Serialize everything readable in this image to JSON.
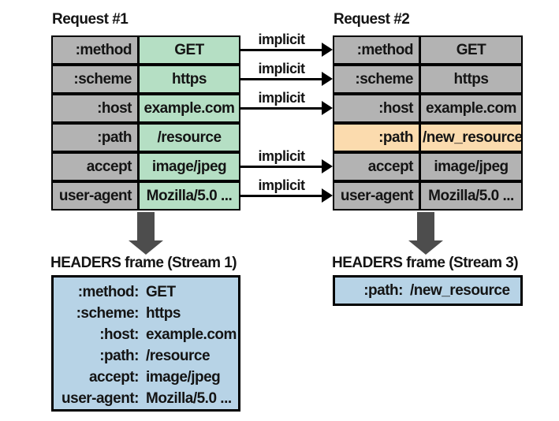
{
  "labels": {
    "implicit": "implicit"
  },
  "request1": {
    "title": "Request #1",
    "rows": [
      {
        "key": ":method",
        "value": "GET"
      },
      {
        "key": ":scheme",
        "value": "https"
      },
      {
        "key": ":host",
        "value": "example.com"
      },
      {
        "key": ":path",
        "value": "/resource"
      },
      {
        "key": "accept",
        "value": "image/jpeg"
      },
      {
        "key": "user-agent",
        "value": "Mozilla/5.0 ..."
      }
    ]
  },
  "request2": {
    "title": "Request #2",
    "rows": [
      {
        "key": ":method",
        "value": "GET"
      },
      {
        "key": ":scheme",
        "value": "https"
      },
      {
        "key": ":host",
        "value": "example.com"
      },
      {
        "key": ":path",
        "value": "/new_resource",
        "highlighted": true
      },
      {
        "key": "accept",
        "value": "image/jpeg"
      },
      {
        "key": "user-agent",
        "value": "Mozilla/5.0 ..."
      }
    ]
  },
  "frame1": {
    "title": "HEADERS frame (Stream 1)",
    "lines": [
      {
        "key": ":method:",
        "value": "GET"
      },
      {
        "key": ":scheme:",
        "value": "https"
      },
      {
        "key": ":host:",
        "value": "example.com"
      },
      {
        "key": ":path:",
        "value": "/resource"
      },
      {
        "key": "accept:",
        "value": "image/jpeg"
      },
      {
        "key": "user-agent:",
        "value": "Mozilla/5.0 ..."
      }
    ]
  },
  "frame3": {
    "title": "HEADERS frame (Stream 3)",
    "lines": [
      {
        "key": ":path:",
        "value": "/new_resource"
      }
    ]
  },
  "colors": {
    "key_cell_gray": "#b3b3b3",
    "request1_value_green": "#b5dfc4",
    "highlight_orange": "#fbdbae",
    "frame_blue": "#b7d3e6",
    "down_arrow_gray": "#4d4d4d",
    "border_black": "#000000"
  }
}
